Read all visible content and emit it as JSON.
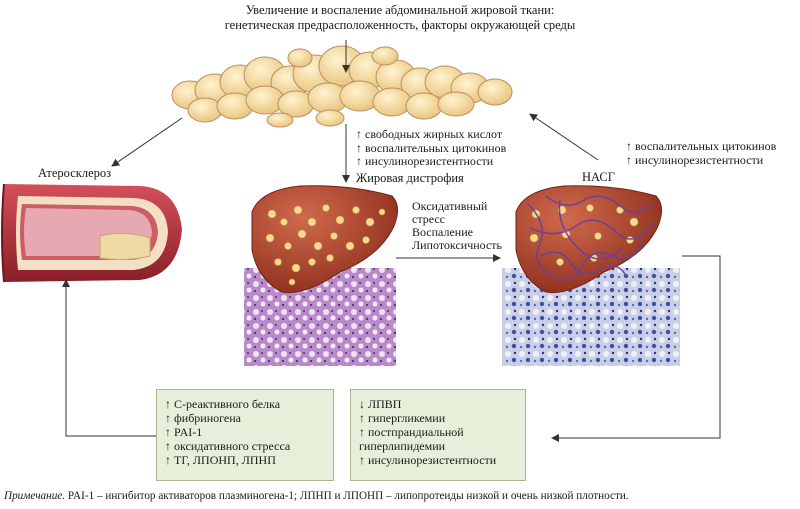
{
  "title": {
    "line1": "Увеличение и воспаление абдоминальной жировой ткани:",
    "line2": "генетическая предрасположенность, факторы окружающей среды"
  },
  "nodes": {
    "atherosclerosis": "Атеросклероз",
    "steatosis": "Жировая дистрофия",
    "nash": "НАСГ"
  },
  "center_effects": [
    "↑ свободных жирных кислот",
    "↑ воспалительных цитокинов",
    "↑ инсулинорезистентности"
  ],
  "right_effects": [
    "↑ воспалительных цитокинов",
    "↑ инсулинорезистентности"
  ],
  "transition_factors": [
    "Оксидативный",
    "стресс",
    "Воспаление",
    "Липотоксичность"
  ],
  "left_box": [
    "↑ С-реактивного белка",
    "↑ фибриногена",
    "↑ PAI-1",
    "↑ оксидативного стресса",
    "↑ ТГ, ЛПОНП, ЛПНП"
  ],
  "right_box": [
    "↓ ЛПВП",
    "↑ гипергликемии",
    "↑ постпрандиальной",
    "гиперлипидемии",
    "↑ инсулинорезистентности"
  ],
  "note": {
    "label": "Примечание.",
    "text": " PAI-1 – ингибитор активаторов плазминогена-1; ЛПНП и ЛПОНП – липопротеиды низкой и очень низкой плотности."
  },
  "colors": {
    "fat": "#f3d79a",
    "liver": "#b5452c",
    "artery": "#b8313a",
    "box_fill": "#e6efd9",
    "fibrosis": "#6b3f9c"
  }
}
